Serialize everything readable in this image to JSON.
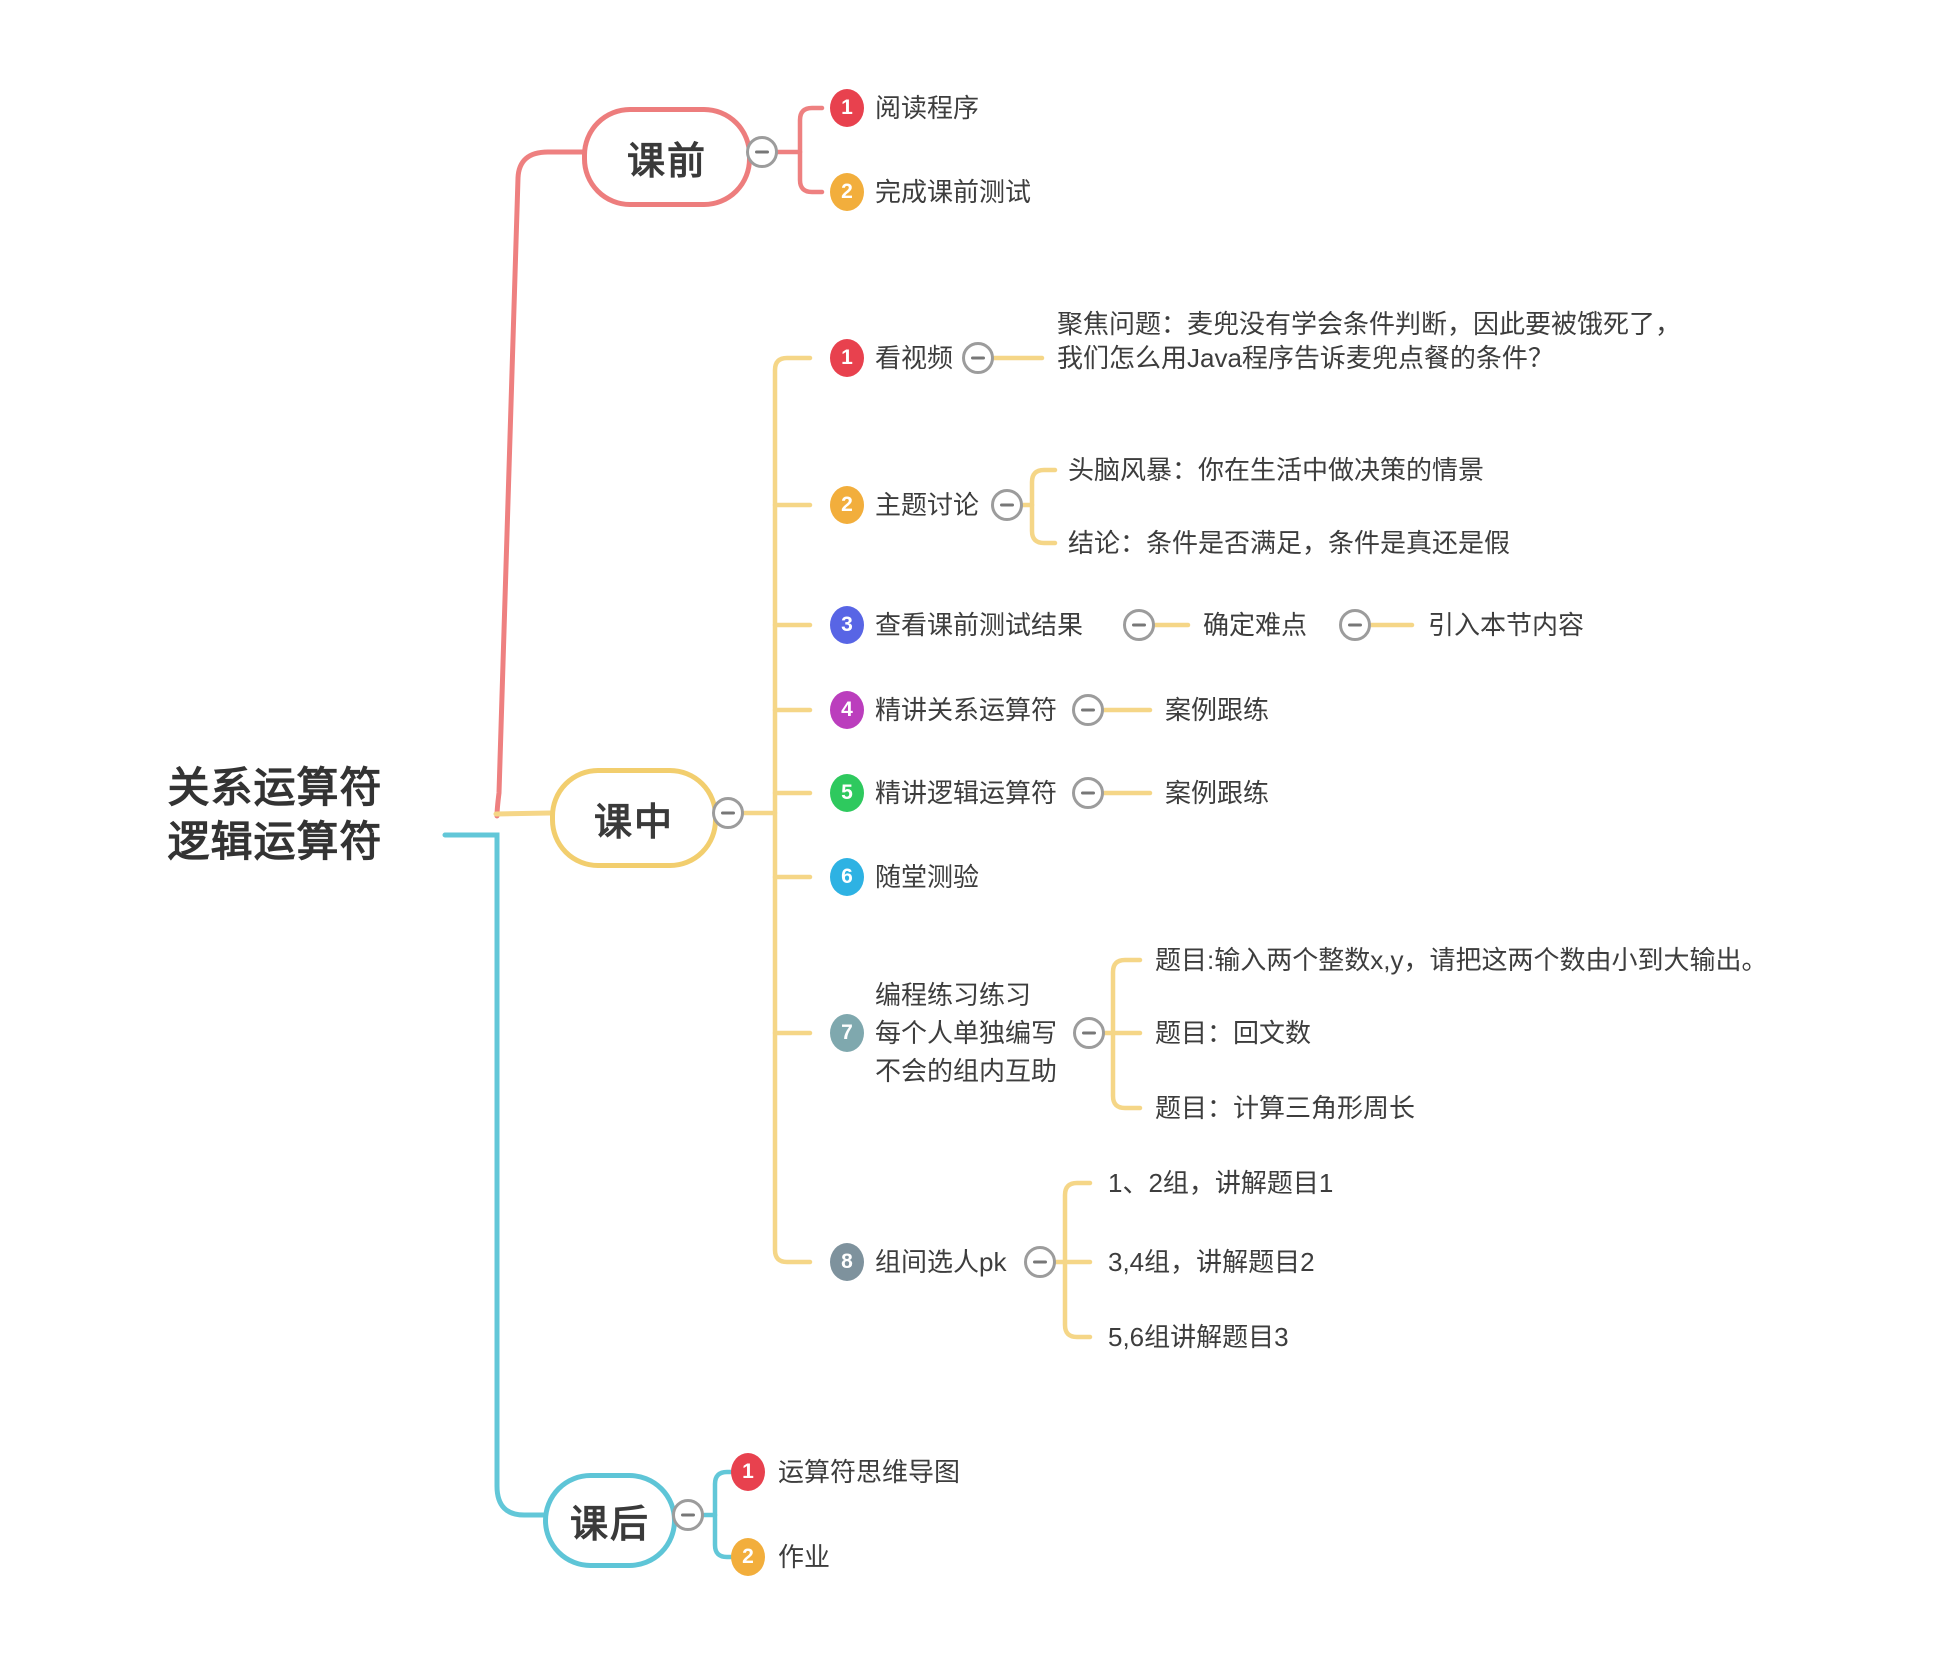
{
  "root": {
    "title": "关系运算符\n逻辑运算符"
  },
  "icons": {
    "collapse": "minus-circle"
  },
  "colors": {
    "branch_pre_line": "#EE8080",
    "branch_mid_line": "#F5D687",
    "branch_post_line": "#62C7D8",
    "badge_red": "#E8414E",
    "badge_yellow": "#F2AE3C",
    "badge_blue": "#5865E5",
    "badge_purple": "#BB3EBD",
    "badge_green": "#2EC95E",
    "badge_cyan": "#2EB2E3",
    "badge_teal": "#7FA8AE",
    "badge_slate": "#7E929D",
    "text": "#3D3D3D"
  },
  "branches": {
    "pre": {
      "label": "课前",
      "items": [
        {
          "num": "1",
          "label": "阅读程序"
        },
        {
          "num": "2",
          "label": "完成课前测试"
        }
      ]
    },
    "mid": {
      "label": "课中",
      "items": [
        {
          "num": "1",
          "label": "看视频",
          "note": "聚焦问题：麦兜没有学会条件判断，因此要被饿死了，\n我们怎么用Java程序告诉麦兜点餐的条件？"
        },
        {
          "num": "2",
          "label": "主题讨论",
          "subs": [
            "头脑风暴：你在生活中做决策的情景",
            "结论：条件是否满足，条件是真还是假"
          ]
        },
        {
          "num": "3",
          "label": "查看课前测试结果",
          "chain": [
            "确定难点",
            "引入本节内容"
          ]
        },
        {
          "num": "4",
          "label": "精讲关系运算符",
          "subs": [
            "案例跟练"
          ]
        },
        {
          "num": "5",
          "label": "精讲逻辑运算符",
          "subs": [
            "案例跟练"
          ]
        },
        {
          "num": "6",
          "label": "随堂测验"
        },
        {
          "num": "7",
          "label": "编程练习练习\n每个人单独编写\n不会的组内互助",
          "subs": [
            "题目:输入两个整数x,y，请把这两个数由小到大输出。",
            "题目：回文数",
            "题目：计算三角形周长"
          ]
        },
        {
          "num": "8",
          "label": "组间选人pk",
          "subs": [
            "1、2组，讲解题目1",
            "3,4组，讲解题目2",
            "5,6组讲解题目3"
          ]
        }
      ]
    },
    "post": {
      "label": "课后",
      "items": [
        {
          "num": "1",
          "label": "运算符思维导图"
        },
        {
          "num": "2",
          "label": "作业"
        }
      ]
    }
  }
}
